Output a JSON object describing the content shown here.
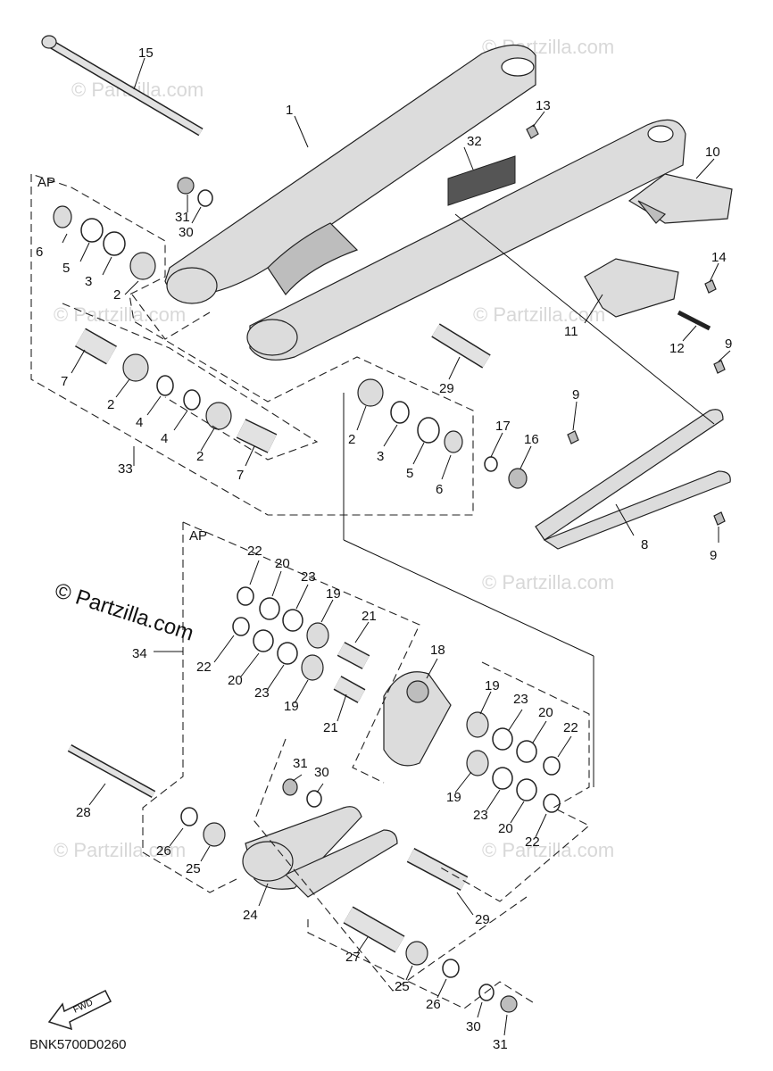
{
  "diagram": {
    "callouts": [
      "1",
      "2",
      "3",
      "4",
      "5",
      "6",
      "7",
      "8",
      "9",
      "10",
      "11",
      "12",
      "13",
      "14",
      "15",
      "16",
      "17",
      "19",
      "20",
      "21",
      "22",
      "23",
      "24",
      "25",
      "26",
      "27",
      "28",
      "29",
      "30",
      "31",
      "32",
      "33",
      "34",
      "18"
    ],
    "ap_label": "AP",
    "watermark": "© Partzilla.com",
    "brand": "© Partzilla.com",
    "fwd_label": "FWD",
    "diagram_code": "BNK5700D0260"
  }
}
